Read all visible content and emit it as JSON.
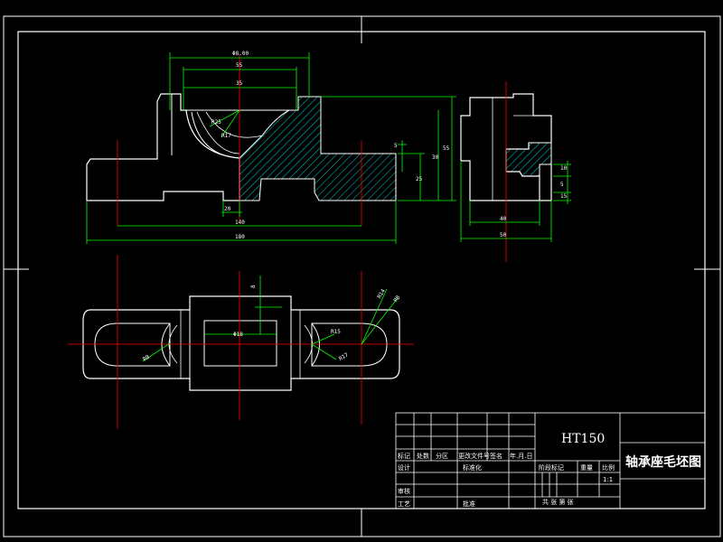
{
  "colors": {
    "background": "#000000",
    "outline": "#ffffff",
    "dimension": "#00ff00",
    "centerline": "#ff0000",
    "hatch": "#00ffff",
    "leader": "#ff00ff"
  },
  "front_view": {
    "dims": {
      "d_width_total": "Φ8.00",
      "d_inner_1": "55",
      "d_inner_2": "35",
      "d_radius": "R25",
      "d_radius2": "R17",
      "d_bottom_slot": "20",
      "d_span_mid": "140",
      "d_span_total": "180",
      "d_height_1": "5",
      "d_height_2": "25",
      "d_height_3": "30",
      "d_height_total": "55"
    }
  },
  "side_view": {
    "dims": {
      "d_width_1": "40",
      "d_width_2": "50",
      "d_h_1": "10",
      "d_h_2": "5",
      "d_h_3": "15"
    }
  },
  "top_view": {
    "dims": {
      "d_slot_w": "8",
      "d_slot_len": "Φ18",
      "d_hole_r": "R15",
      "d_hole_r2": "R17",
      "d_corner_r": "R8",
      "d_leader_1": "R14",
      "d_leader_2": "R8"
    }
  },
  "title_block": {
    "material": "HT150",
    "drawing_name": "轴承座毛坯图",
    "headers": [
      "标记",
      "处数",
      "分区",
      "更改文件号",
      "签名",
      "年.月.日"
    ],
    "row_design": "设计",
    "row_standard": "标准化",
    "row_review": "审核",
    "row_process": "工艺",
    "approve": "批准",
    "stage_mark": "阶段标记",
    "weight": "重量",
    "scale_label": "比例",
    "scale": "1:1",
    "sheet_text": "共 张 第 张"
  }
}
